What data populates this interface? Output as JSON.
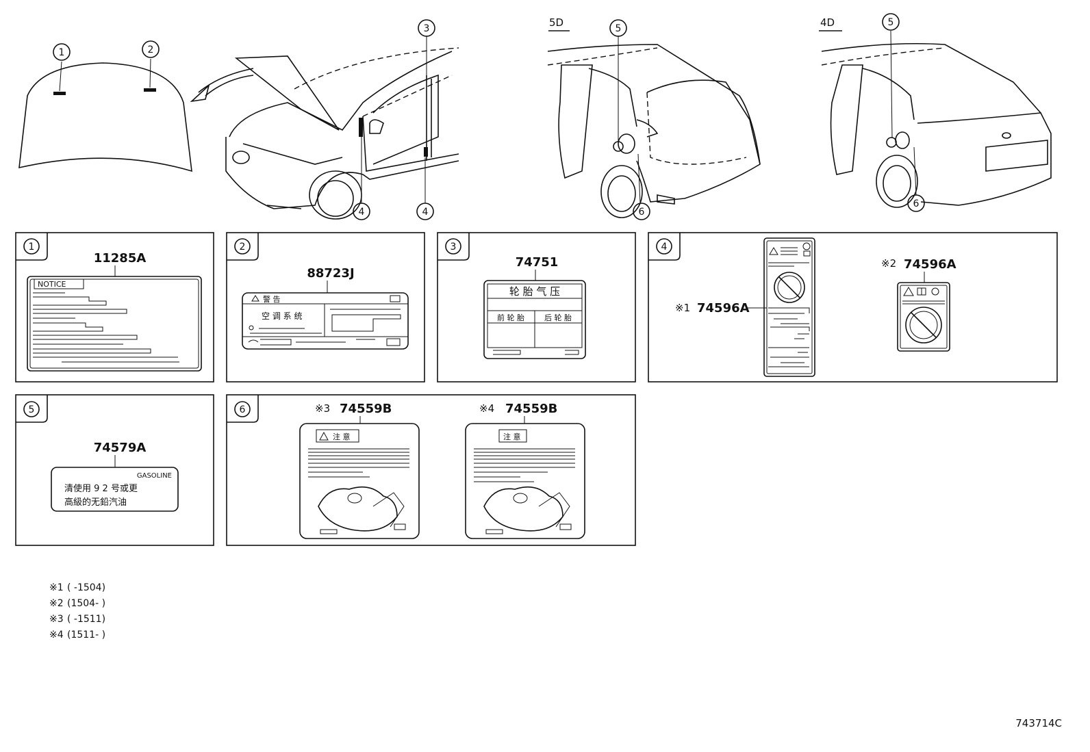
{
  "diagram": {
    "variant_5d": "5D",
    "variant_4d": "4D",
    "callouts": [
      "1",
      "2",
      "3",
      "4",
      "5",
      "6"
    ],
    "part_1": {
      "number": "11285A",
      "notice": "NOTICE"
    },
    "part_2": {
      "number": "88723J",
      "heading": "警 告",
      "body": "空 调 系 统"
    },
    "part_3": {
      "number": "74751",
      "title": "轮 胎 气 压",
      "front": "前 轮 胎",
      "rear": "后 轮 胎"
    },
    "part_4": {
      "mark_1": "※1",
      "number_1": "74596A",
      "mark_2": "※2",
      "number_2": "74596A"
    },
    "part_5": {
      "number": "74579A",
      "fuel": "GASOLINE",
      "line_1": "清使用 9 2 号或更",
      "line_2": "高級的无鉛汽油"
    },
    "part_6": {
      "mark_3": "※3",
      "number_3": "74559B",
      "mark_4": "※4",
      "number_4": "74559B",
      "caution": "注 意",
      "caution_2": "注 意"
    },
    "notes": [
      {
        "mark": "※1",
        "text": "(        -1504)"
      },
      {
        "mark": "※2",
        "text": "(1504-        )"
      },
      {
        "mark": "※3",
        "text": "(        -1511)"
      },
      {
        "mark": "※4",
        "text": "(1511-        )"
      }
    ],
    "diagram_code": "743714C"
  }
}
